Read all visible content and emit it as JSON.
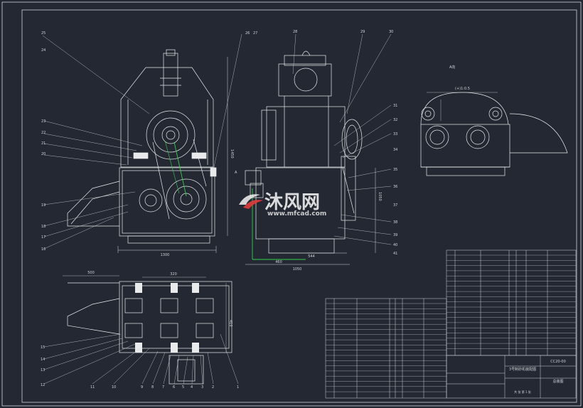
{
  "view_label_a": "A向",
  "view_label_a_marker": "A",
  "tolerance_label": "(+)1:0.5",
  "balloons_left_top": [
    "25",
    "24",
    "26",
    "27",
    "28",
    "29",
    "30"
  ],
  "balloons_left_side": [
    "23",
    "22",
    "21",
    "20",
    "19",
    "18",
    "17",
    "16"
  ],
  "balloons_right_side": [
    "31",
    "32",
    "33",
    "34",
    "35",
    "36",
    "37",
    "38",
    "39",
    "40",
    "41"
  ],
  "balloons_bottom": [
    "15",
    "14",
    "13",
    "12",
    "11",
    "10",
    "9",
    "8",
    "7",
    "6",
    "5",
    "4",
    "3",
    "2",
    "1"
  ],
  "dim_front_width": "1300",
  "dim_side_width": "1050",
  "dim_front_height": "1450",
  "dim_side_height": "1050",
  "dim_bottom_width": "500",
  "dim_bottom_inner": "320",
  "dim_side_small": "460",
  "dim_side_small2": "544",
  "dim_bottom_height": "410",
  "watermark_cn": "沐风网",
  "watermark_url": "www.mfcad.com",
  "title_block_drawing": "3号制砂机装配图",
  "title_block_code": "CC20-00",
  "title_block_sheet": "共 张 第 1 张",
  "title_block_label_zongzhuang": "总装图"
}
